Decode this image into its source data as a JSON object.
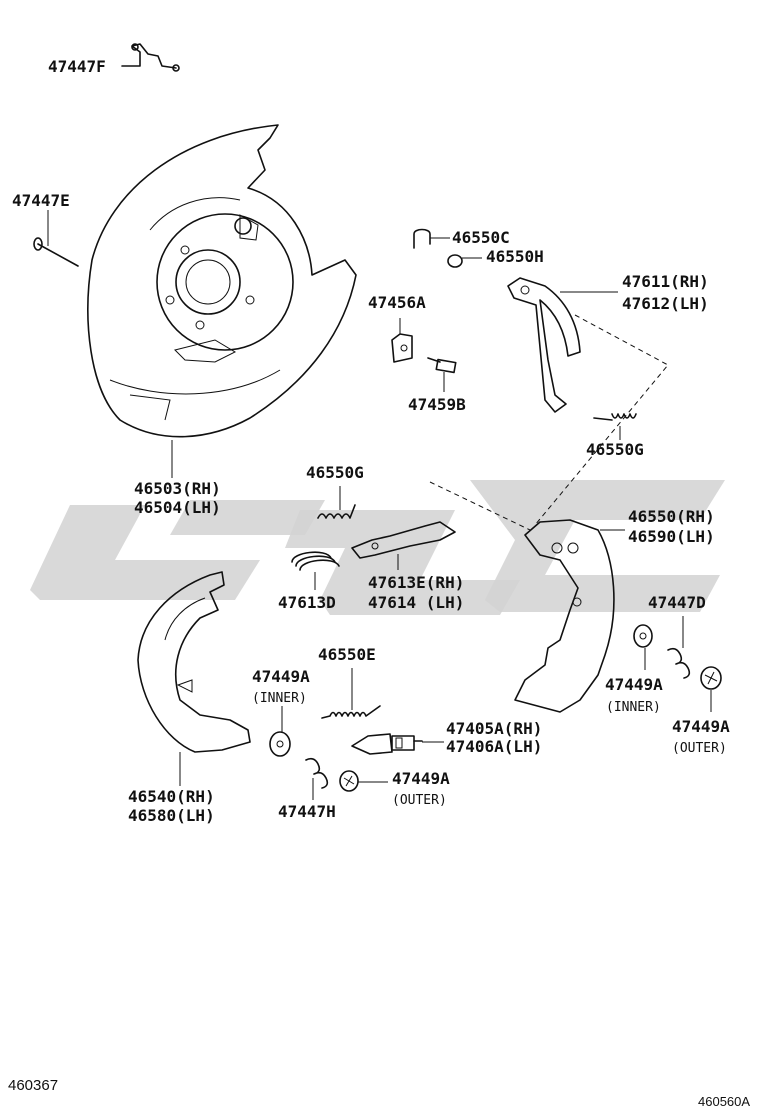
{
  "diagram": {
    "labels": {
      "p47447F": "47447F",
      "p47447E": "47447E",
      "p46550C": "46550C",
      "p46550H": "46550H",
      "p47456A": "47456A",
      "p47611": "47611(RH)",
      "p47612": "47612(LH)",
      "p47459B": "47459B",
      "p46550G_top": "46550G",
      "p46503": "46503(RH)",
      "p46504": "46504(LH)",
      "p46550G_mid": "46550G",
      "p46550": "46550(RH)",
      "p46590": "46590(LH)",
      "p47613E": "47613E(RH)",
      "p47614": "47614 (LH)",
      "p47613D": "47613D",
      "p47447D": "47447D",
      "p46550E": "46550E",
      "p47449A_inner_left": "47449A",
      "p47449A_inner_right": "47449A",
      "p47449A_outer_right": "47449A",
      "p47449A_outer_bottom": "47449A",
      "p47405A": "47405A(RH)",
      "p47406A": "47406A(LH)",
      "p46540": "46540(RH)",
      "p46580": "46580(LH)",
      "p47447H": "47447H"
    },
    "sublabels": {
      "inner_left": "(INNER)",
      "inner_right": "(INNER)",
      "outer_right": "(OUTER)",
      "outer_bottom": "(OUTER)"
    },
    "footer": {
      "left_code": "460367",
      "right_code": "460560A"
    },
    "colors": {
      "line": "#111111",
      "watermark": "#d2d2d2"
    }
  }
}
